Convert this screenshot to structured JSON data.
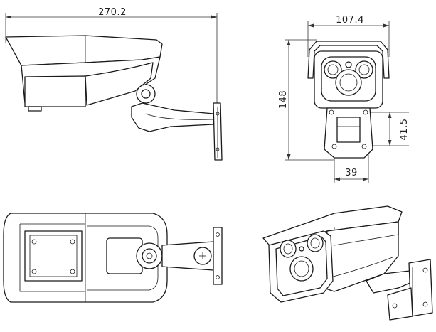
{
  "dimensions": {
    "overall_length": "270.2",
    "front_width": "107.4",
    "height": "148",
    "mount_height": "41.5",
    "mount_width": "39"
  },
  "views": [
    "side-view",
    "front-view",
    "top-view",
    "isometric-view"
  ],
  "colors": {
    "line": "#1a1a1a",
    "background": "#ffffff"
  }
}
